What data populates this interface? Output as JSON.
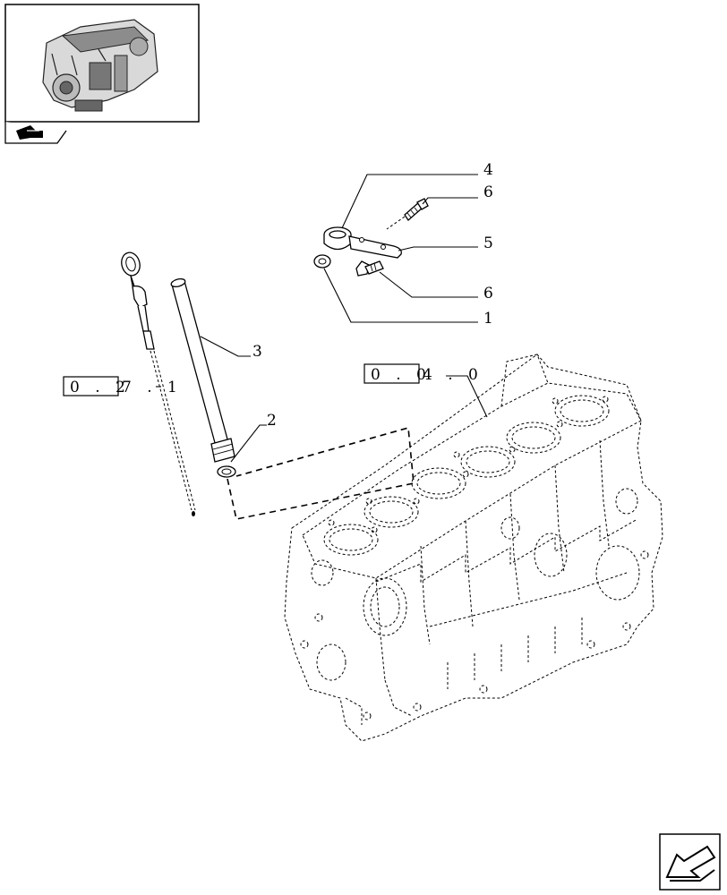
{
  "thumbnail": {
    "icon": "engine-thumbnail-icon",
    "nav_icon": "back-arrow-icon"
  },
  "parts": [
    {
      "number": "1"
    },
    {
      "number": "2"
    },
    {
      "number": "3"
    },
    {
      "number": "4"
    },
    {
      "number": "5"
    },
    {
      "number": "6"
    },
    {
      "number": "6"
    }
  ],
  "references": [
    {
      "boxed": "0 . 2",
      "tail": "7 . 1"
    },
    {
      "boxed": "0 . 0",
      "tail": "4 . 0"
    }
  ],
  "nav_button_icon": "next-page-arrow-icon"
}
